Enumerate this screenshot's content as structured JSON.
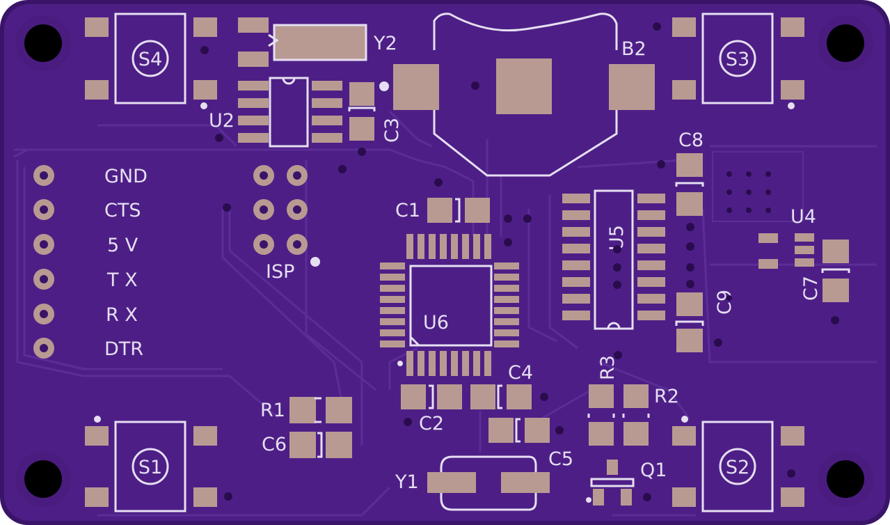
{
  "board": {
    "colors": {
      "board_edge": "#3a1468",
      "board_fill": "#4d1f86",
      "trace": "#5a2c95",
      "pad": "#b99a93",
      "silk": "#e6dff2",
      "via_ring": "#b99a93",
      "hole": "#000000"
    }
  },
  "labels": {
    "y2": "Y2",
    "b2": "B2",
    "u2": "U2",
    "c3": "C3",
    "c8": "C8",
    "c1": "C1",
    "u5": "U5",
    "u4": "U4",
    "c7": "C7",
    "c9": "C9",
    "u6": "U6",
    "c4": "C4",
    "c2": "C2",
    "r3": "R3",
    "r2": "R2",
    "r1": "R1",
    "c6": "C6",
    "c5": "C5",
    "y1": "Y1",
    "q1": "Q1",
    "isp": "ISP",
    "s1": "S1",
    "s2": "S2",
    "s3": "S3",
    "s4": "S4"
  },
  "header_pins": [
    "GND",
    "CTS",
    "5 V",
    "T X",
    "R X",
    "DTR"
  ]
}
